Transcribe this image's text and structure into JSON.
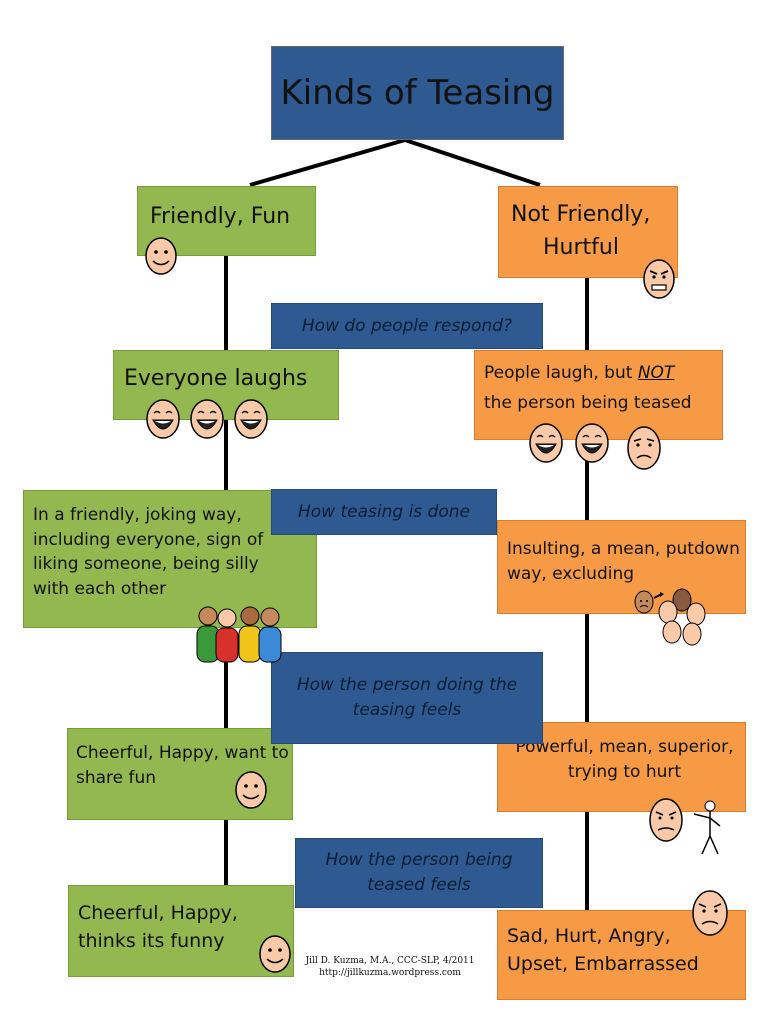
{
  "title": "Kinds of Teasing",
  "left": {
    "header": "Friendly, Fun",
    "respond": "Everyone laughs",
    "done": "In a friendly, joking way, including everyone, sign of liking someone, being silly with each other",
    "doer_feels": "Cheerful, Happy, want to share fun",
    "teased_feels": "Cheerful, Happy, thinks its funny"
  },
  "right": {
    "header_line1": "Not Friendly,",
    "header_line2": "Hurtful",
    "respond_prefix": "People laugh, but ",
    "respond_emph": "NOT",
    "respond_suffix": "the person being teased",
    "done": "Insulting, a mean, putdown way, excluding",
    "doer_feels": "Powerful, mean, superior, trying to hurt",
    "teased_feels": "Sad, Hurt, Angry, Upset, Embarrassed"
  },
  "questions": {
    "q1": "How do people respond?",
    "q2": "How teasing is done",
    "q3": "How the person doing the teasing feels",
    "q4": "How the person being teased feels"
  },
  "credit": {
    "line1": "Jill D. Kuzma, M.A., CCC-SLP, 4/2011",
    "line2": "http://jillkuzma.wordpress.com"
  },
  "colors": {
    "title_bg": "#2e5a91",
    "friendly_bg": "#93b84f",
    "hurtful_bg": "#f79a46",
    "question_bg": "#2e5a91"
  }
}
